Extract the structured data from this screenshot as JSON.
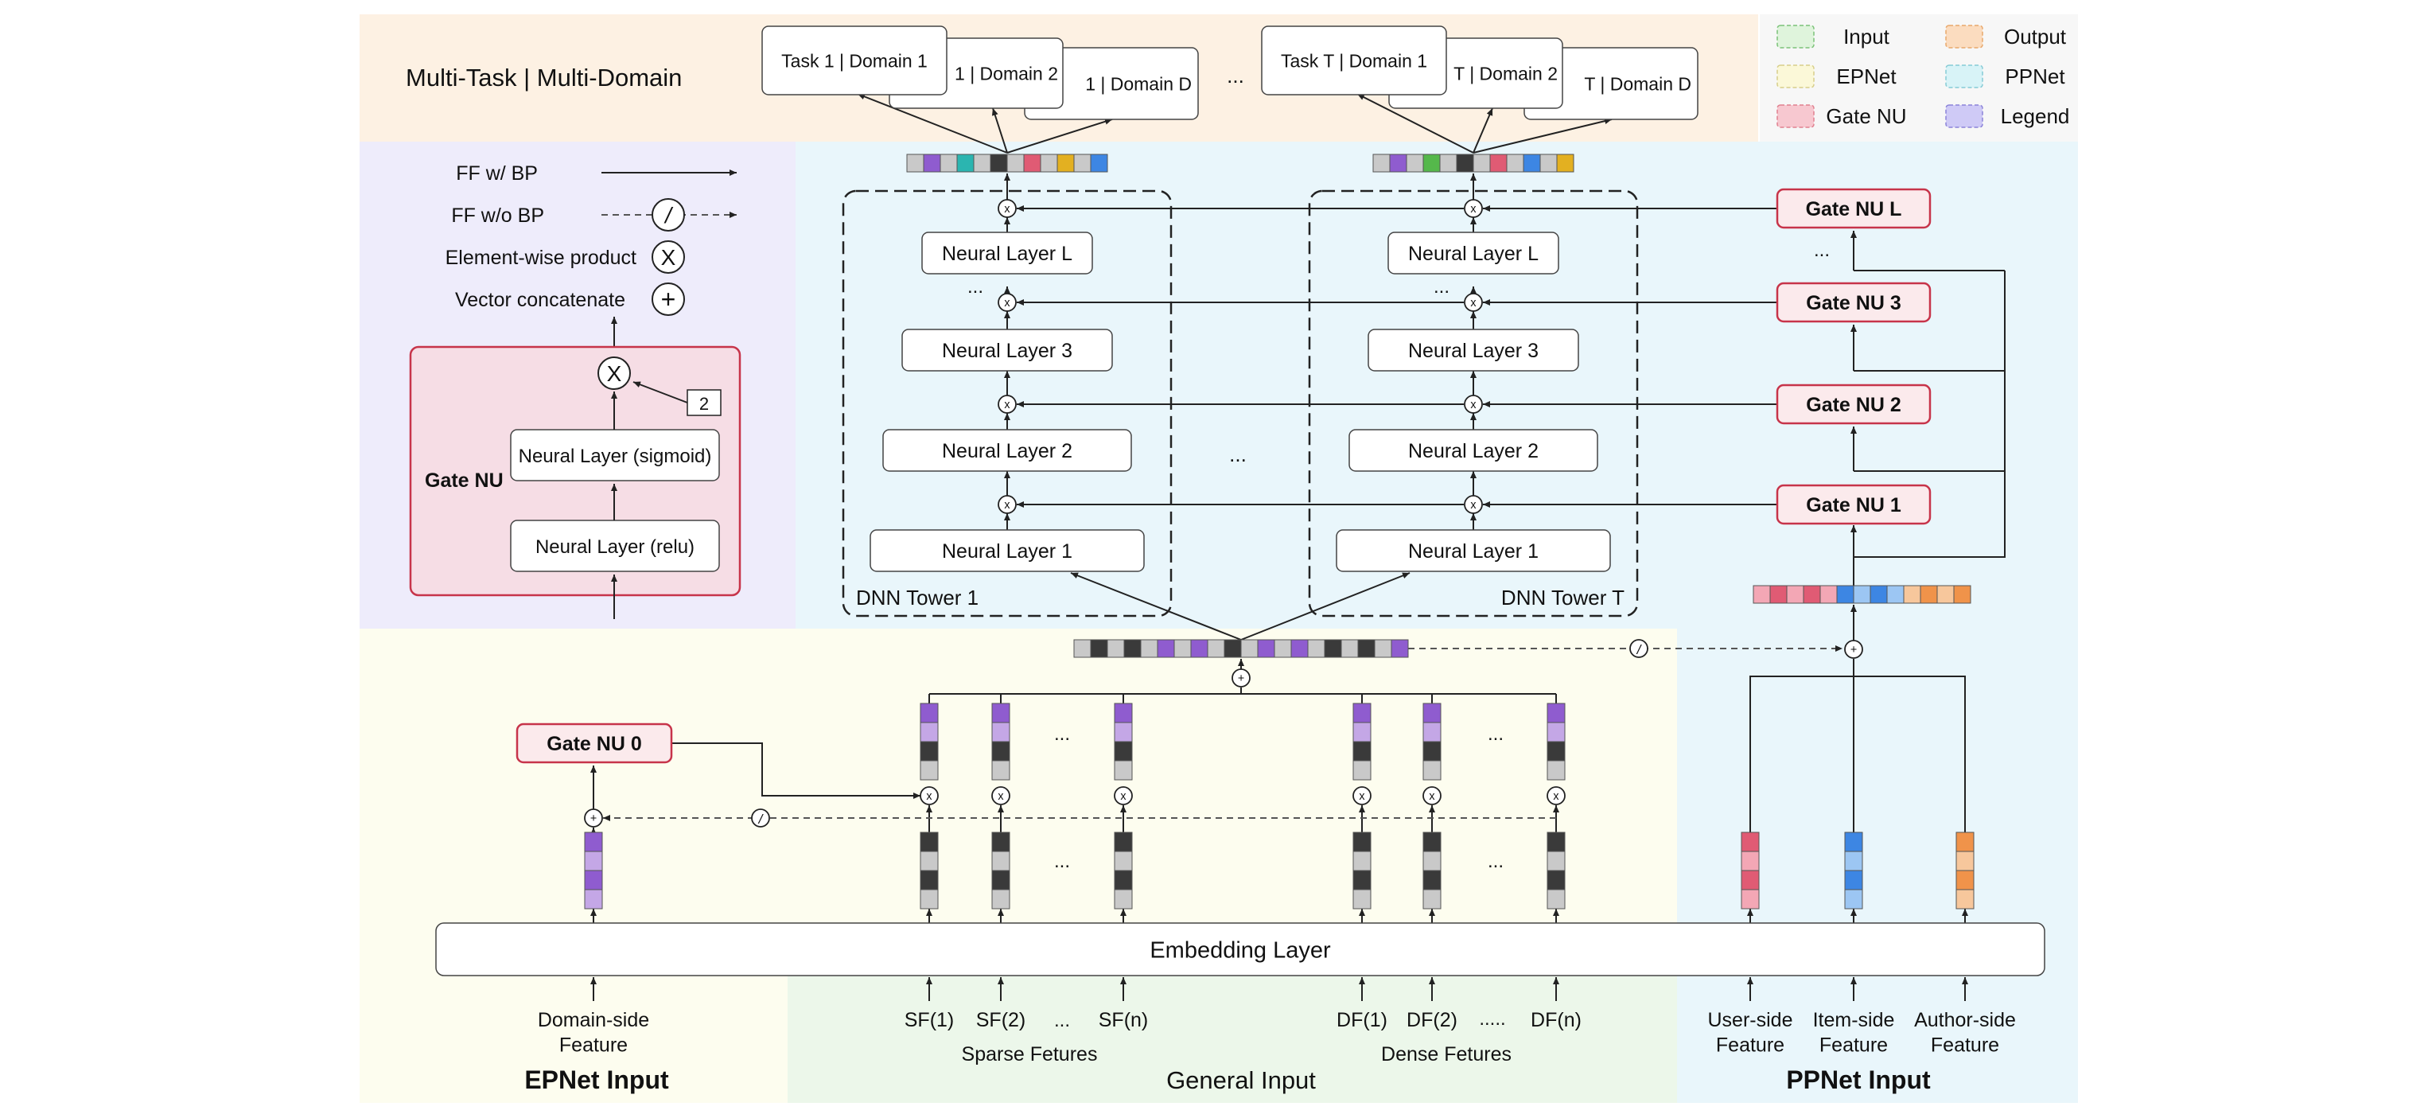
{
  "colors": {
    "region_output": "#fdf1e3",
    "region_legend": "#eeecfb",
    "region_ppnet": "#e9f6fb",
    "region_epnet": "#fdfdef",
    "region_general": "#ecf7ea",
    "gate_fill": "#fbeaec",
    "gate_stroke": "#c7344a",
    "gate_panel_fill": "#f6dde5",
    "line": "#222222",
    "dashed": "#555555",
    "cell_dark": "#3a3a3a",
    "cell_light": "#c9c9c9",
    "cell_purple": "#8f5ccf",
    "cell_lilac": "#c4a7e6",
    "cell_red": "#e05b74",
    "cell_pink": "#f3a7b5",
    "cell_blue": "#3d86e3",
    "cell_lightblue": "#9cc6f3",
    "cell_orange": "#f0934a",
    "cell_peach": "#f7c79c",
    "cell_teal": "#2bb5b0",
    "cell_green": "#55b84b",
    "cell_gold": "#e3b021"
  },
  "legend_box": {
    "items": [
      {
        "label": "Input",
        "color": "#dff4dc",
        "stroke": "#7bc278"
      },
      {
        "label": "Output",
        "color": "#fbdcbf",
        "stroke": "#e8a86c"
      },
      {
        "label": "EPNet",
        "color": "#fbf8d8",
        "stroke": "#d7ce8a"
      },
      {
        "label": "PPNet",
        "color": "#d8f3f7",
        "stroke": "#86cbd5"
      },
      {
        "label": "Gate NU",
        "color": "#f7c8d0",
        "stroke": "#e0808f"
      },
      {
        "label": "Legend",
        "color": "#cfcaf6",
        "stroke": "#8b83d9"
      }
    ]
  },
  "symbol_legend": {
    "ff_bp": "FF w/ BP",
    "ff_nobp": "FF w/o BP",
    "elementwise": "Element-wise product",
    "concat": "Vector concatenate",
    "stop_glyph": "/",
    "times_glyph": "X",
    "plus_glyph": "+"
  },
  "gate_detail": {
    "title": "Gate NU",
    "sigmoid": "Neural Layer (sigmoid)",
    "relu": "Neural Layer (relu)",
    "scale": "2"
  },
  "top_title": "Multi-Task | Multi-Domain",
  "task_groups": [
    {
      "front": "Task 1 | Domain 1",
      "mid": "1 | Domain 2",
      "back": "1 | Domain D"
    },
    {
      "front": "Task T | Domain 1",
      "mid": "T | Domain 2",
      "back": "T | Domain D"
    }
  ],
  "ellipsis": "...",
  "ellipsis_long": ".....",
  "towers": [
    {
      "name": "DNN Tower 1",
      "layers": [
        "Neural Layer 1",
        "Neural Layer 2",
        "Neural Layer 3",
        "Neural Layer L"
      ]
    },
    {
      "name": "DNN Tower T",
      "layers": [
        "Neural Layer 1",
        "Neural Layer 2",
        "Neural Layer 3",
        "Neural Layer L"
      ]
    }
  ],
  "gates": [
    "Gate NU 1",
    "Gate NU 2",
    "Gate NU 3",
    "Gate NU L"
  ],
  "gate0": "Gate NU 0",
  "embedding_layer": "Embedding Layer",
  "features": {
    "domain": "Domain-side\nFeature",
    "sparse": [
      "SF(1)",
      "SF(2)",
      "SF(n)"
    ],
    "dense": [
      "DF(1)",
      "DF(2)",
      "DF(n)"
    ],
    "sparse_title": "Sparse Fetures",
    "dense_title": "Dense Fetures",
    "user": "User-side\nFeature",
    "item": "Item-side\nFeature",
    "author": "Author-side\nFeature"
  },
  "section_titles": {
    "epnet": "EPNet Input",
    "general": "General Input",
    "ppnet": "PPNet Input"
  },
  "vectors": {
    "output1": [
      "light",
      "purple",
      "light",
      "teal",
      "light",
      "dark",
      "light",
      "red",
      "light",
      "gold",
      "light",
      "blue"
    ],
    "output2": [
      "light",
      "purple",
      "light",
      "green",
      "light",
      "dark",
      "light",
      "red",
      "light",
      "blue",
      "light",
      "gold"
    ],
    "concat": [
      "light",
      "dark",
      "light",
      "dark",
      "light",
      "purple",
      "light",
      "purple",
      "light",
      "dark",
      "light",
      "purple",
      "light",
      "purple",
      "light",
      "dark",
      "light",
      "dark",
      "light",
      "purple"
    ],
    "ppnet": [
      "pink",
      "red",
      "pink",
      "red",
      "pink",
      "blue",
      "lightblue",
      "blue",
      "lightblue",
      "peach",
      "orange",
      "peach",
      "orange"
    ],
    "domain_emb": [
      "purple",
      "lilac",
      "purple",
      "lilac"
    ],
    "sparse_emb": [
      "dark",
      "light",
      "dark",
      "light"
    ],
    "gated_emb": [
      "purple",
      "lilac",
      "dark",
      "light"
    ],
    "user_emb": [
      "red",
      "pink",
      "red",
      "pink"
    ],
    "item_emb": [
      "blue",
      "lightblue",
      "blue",
      "lightblue"
    ],
    "author_emb": [
      "orange",
      "peach",
      "orange",
      "peach"
    ]
  }
}
